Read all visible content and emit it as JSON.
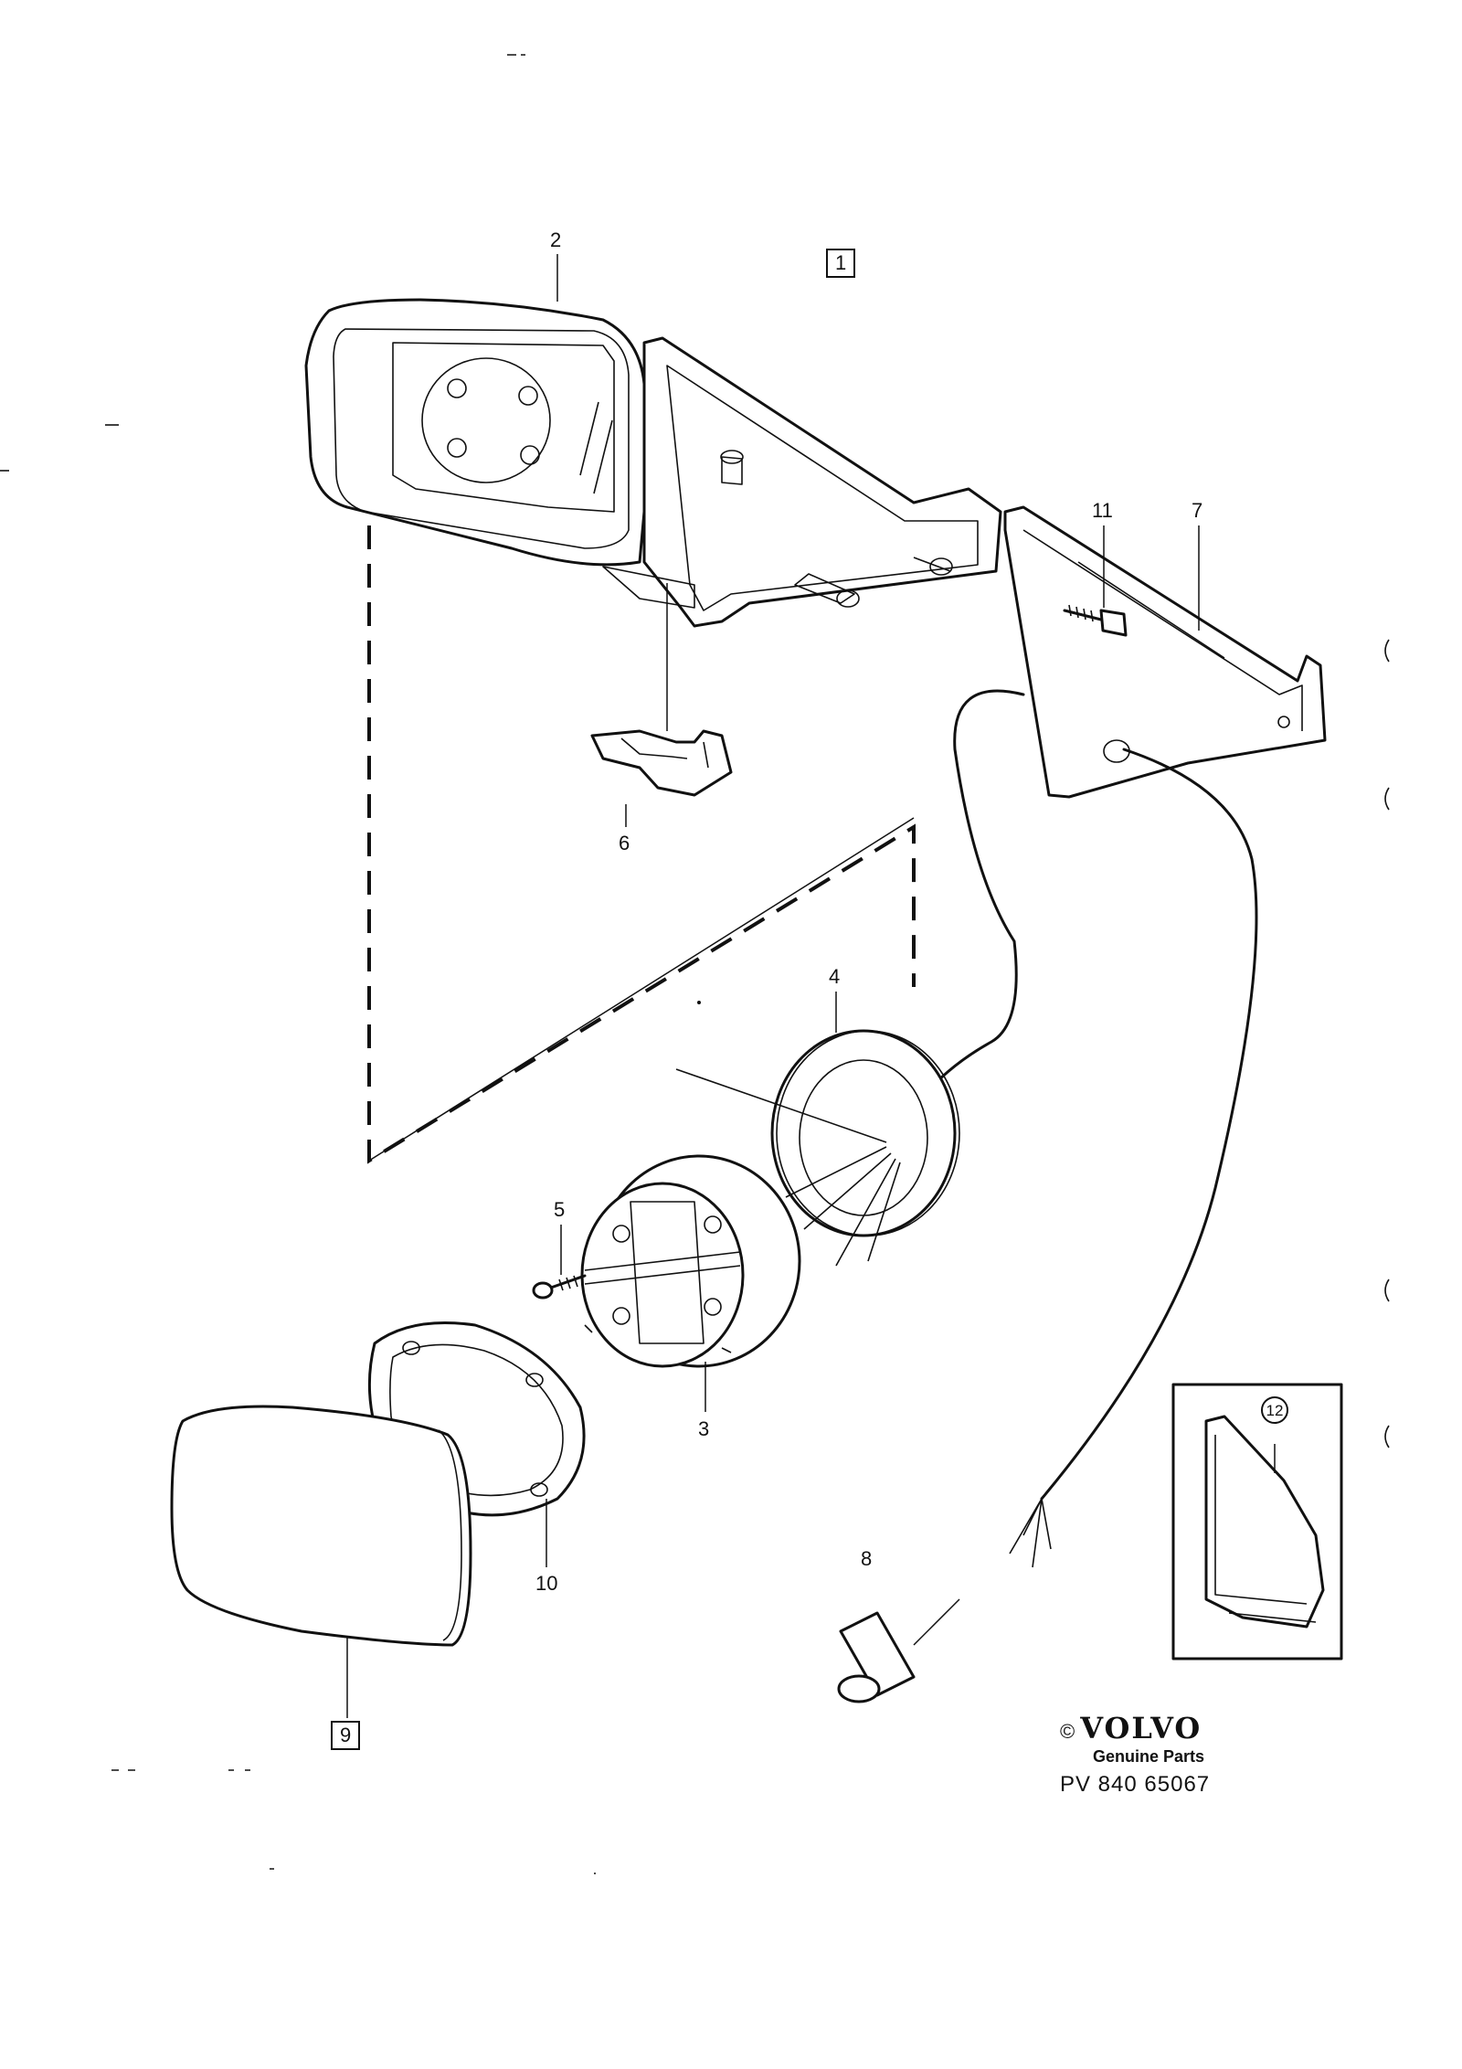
{
  "callouts": {
    "c1": "1",
    "c2": "2",
    "c3": "3",
    "c4": "4",
    "c5": "5",
    "c6": "6",
    "c7": "7",
    "c8": "8",
    "c9": "9",
    "c10": "10",
    "c11": "11",
    "c12": "12"
  },
  "brand": {
    "copyright_symbol": "©",
    "logo_text": "VOLVO",
    "tagline": "Genuine Parts",
    "diagram_code": "PV 840 65067"
  }
}
